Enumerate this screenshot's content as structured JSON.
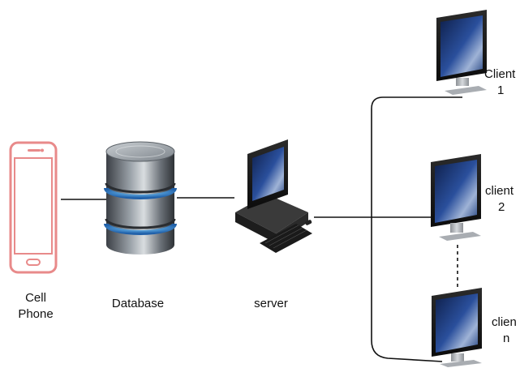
{
  "nodes": {
    "cell_phone": {
      "line1": "Cell",
      "line2": "Phone"
    },
    "database": {
      "label": "Database"
    },
    "server": {
      "label": "server"
    },
    "client_1": {
      "line1": "Client",
      "line2": "1"
    },
    "client_2": {
      "line1": "client",
      "line2": "2"
    },
    "client_n": {
      "line1": "clien",
      "line2": "n"
    }
  },
  "colors": {
    "phone_outline": "#e88a8a",
    "line": "#111111",
    "db_band": "#3a8fd8",
    "screen": "#1f3f86"
  }
}
